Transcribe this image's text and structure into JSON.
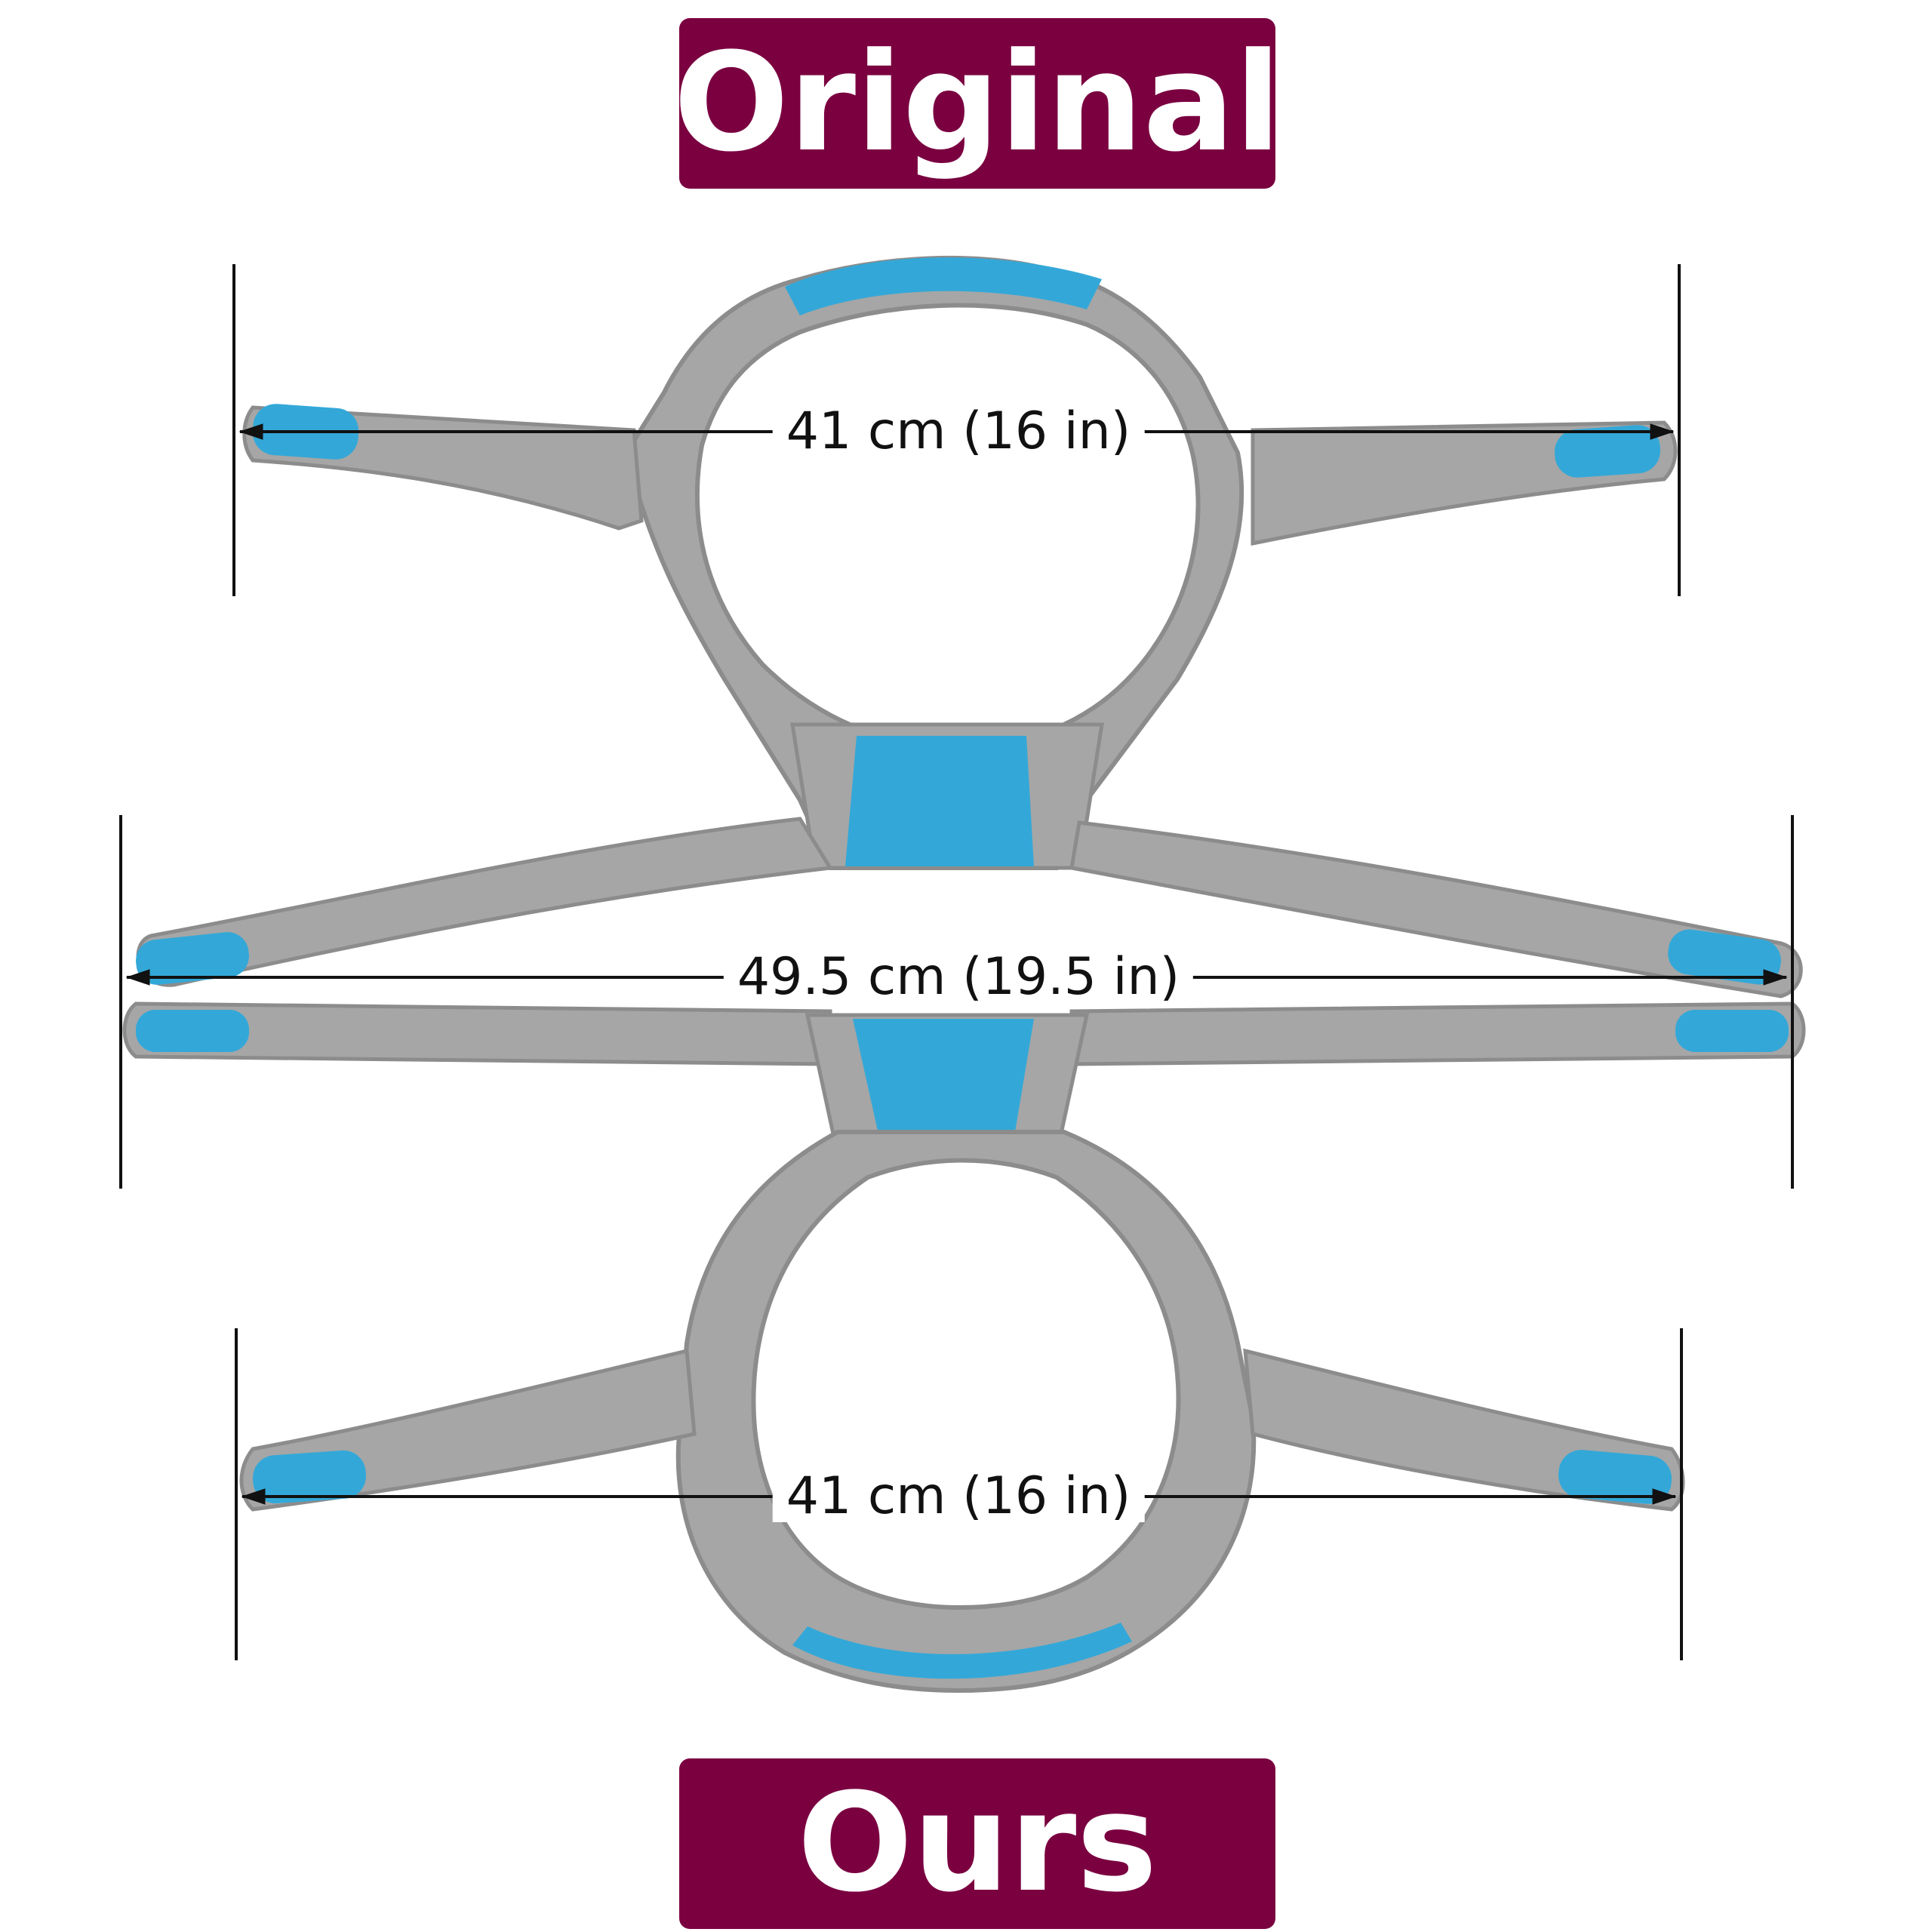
{
  "labels": {
    "top": "Original",
    "bottom": "Ours"
  },
  "measurements": {
    "top_width": "41 cm (16 in)",
    "middle_width": "49.5 cm (19.5 in)",
    "bottom_width": "41 cm (16 in)"
  },
  "colors": {
    "label_background": "#7a0040",
    "label_text": "#ffffff",
    "strap_gray": "#a6a6a6",
    "strap_edge": "#8c8c8c",
    "tab_blue": "#33a8d8",
    "dimension_line": "#111111"
  }
}
